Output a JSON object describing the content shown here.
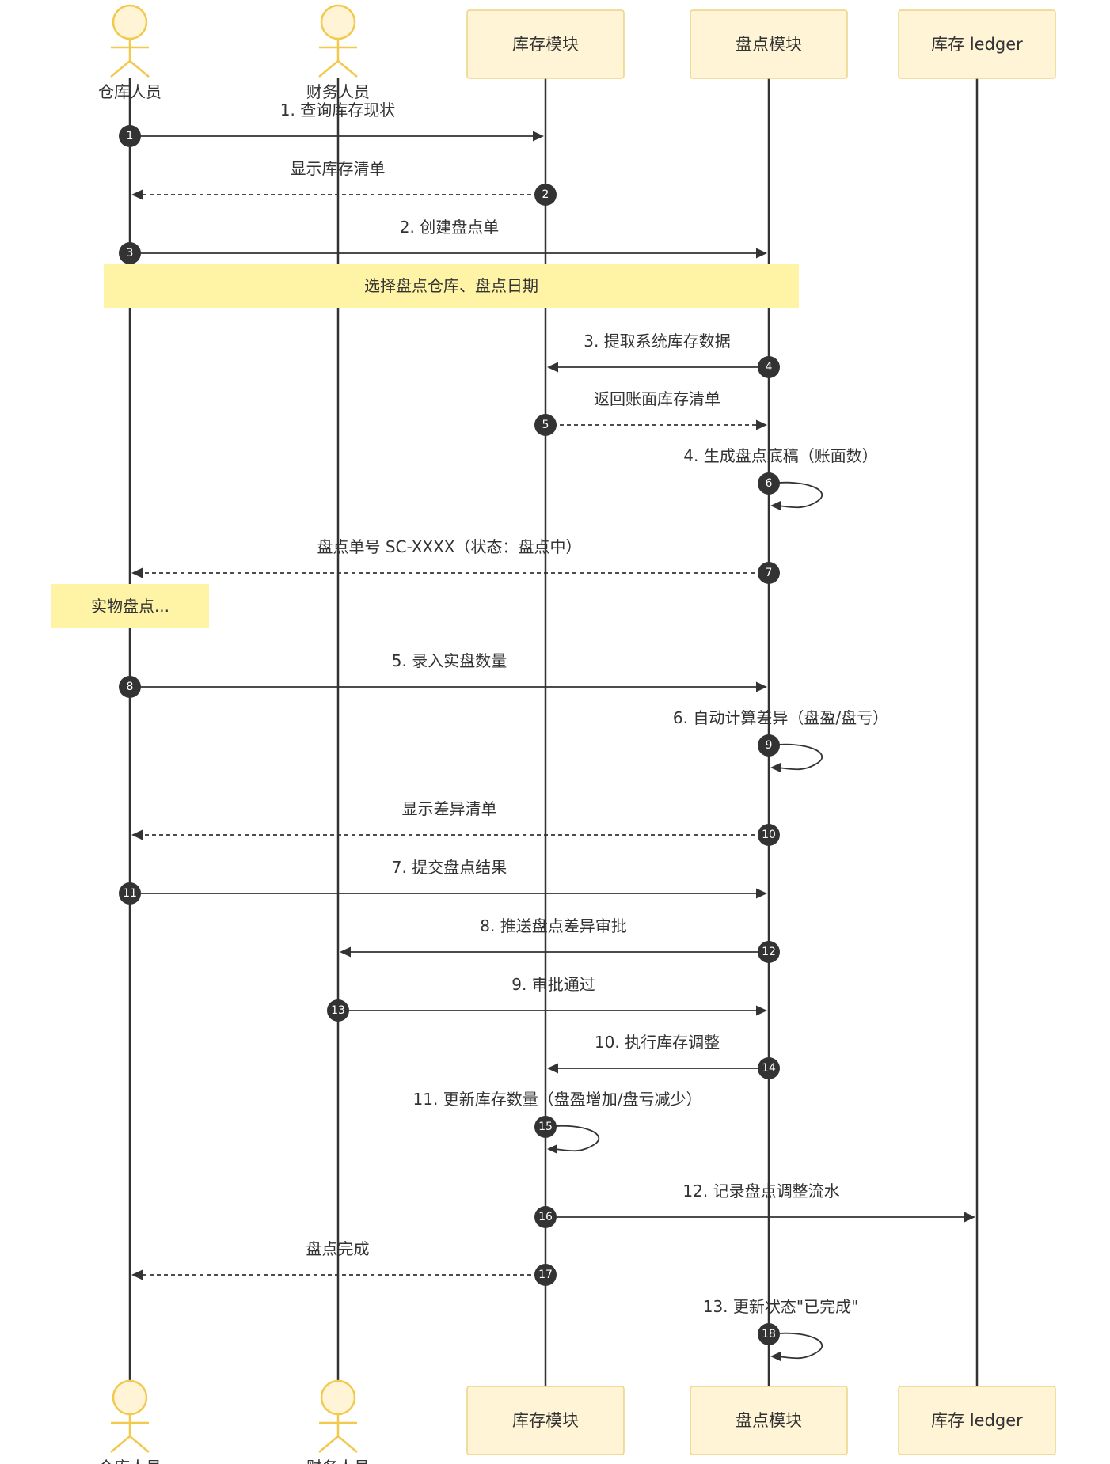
{
  "participants": [
    {
      "id": "p1",
      "kind": "actor",
      "label": "仓库人员"
    },
    {
      "id": "p2",
      "kind": "actor",
      "label": "财务人员"
    },
    {
      "id": "p3",
      "kind": "box",
      "label": "库存模块"
    },
    {
      "id": "p4",
      "kind": "box",
      "label": "盘点模块"
    },
    {
      "id": "p5",
      "kind": "box",
      "label": "库存 ledger"
    }
  ],
  "messages": [
    {
      "n": "1",
      "from": "p1",
      "to": "p3",
      "label": "1. 查询库存现状",
      "style": "solid"
    },
    {
      "n": "2",
      "from": "p3",
      "to": "p1",
      "label": "显示库存清单",
      "style": "dashed"
    },
    {
      "n": "3",
      "from": "p1",
      "to": "p4",
      "label": "2. 创建盘点单",
      "style": "solid"
    },
    {
      "n": "4",
      "from": "p4",
      "to": "p3",
      "label": "3. 提取系统库存数据",
      "style": "solid"
    },
    {
      "n": "5",
      "from": "p3",
      "to": "p4",
      "label": "返回账面库存清单",
      "style": "dashed"
    },
    {
      "n": "6",
      "from": "p4",
      "to": "p4",
      "label": "4. 生成盘点底稿（账面数）",
      "style": "self"
    },
    {
      "n": "7",
      "from": "p4",
      "to": "p1",
      "label": "盘点单号 SC-XXXX（状态：盘点中）",
      "style": "dashed"
    },
    {
      "n": "8",
      "from": "p1",
      "to": "p4",
      "label": "5. 录入实盘数量",
      "style": "solid"
    },
    {
      "n": "9",
      "from": "p4",
      "to": "p4",
      "label": "6. 自动计算差异（盘盈/盘亏）",
      "style": "self"
    },
    {
      "n": "10",
      "from": "p4",
      "to": "p1",
      "label": "显示差异清单",
      "style": "dashed"
    },
    {
      "n": "11",
      "from": "p1",
      "to": "p4",
      "label": "7. 提交盘点结果",
      "style": "solid"
    },
    {
      "n": "12",
      "from": "p4",
      "to": "p2",
      "label": "8. 推送盘点差异审批",
      "style": "solid"
    },
    {
      "n": "13",
      "from": "p2",
      "to": "p4",
      "label": "9. 审批通过",
      "style": "solid"
    },
    {
      "n": "14",
      "from": "p4",
      "to": "p3",
      "label": "10. 执行库存调整",
      "style": "solid"
    },
    {
      "n": "15",
      "from": "p3",
      "to": "p3",
      "label": "11. 更新库存数量（盘盈增加/盘亏减少）",
      "style": "self"
    },
    {
      "n": "16",
      "from": "p3",
      "to": "p5",
      "label": "12. 记录盘点调整流水",
      "style": "solid"
    },
    {
      "n": "17",
      "from": "p3",
      "to": "p1",
      "label": "盘点完成",
      "style": "dashed"
    },
    {
      "n": "18",
      "from": "p4",
      "to": "p4",
      "label": "13. 更新状态\"已完成\"",
      "style": "self"
    }
  ],
  "notes": [
    {
      "over": [
        "p1",
        "p4"
      ],
      "after_message": 3,
      "label": "选择盘点仓库、盘点日期"
    },
    {
      "over": [
        "p1"
      ],
      "after_message": 7,
      "label": "实物盘点..."
    }
  ],
  "colors": {
    "line": "#333333",
    "participant_fill": "#fff5d6",
    "participant_border": "#ecd484",
    "actor_stroke": "#f2c94c",
    "note_fill": "#fff3a6"
  }
}
